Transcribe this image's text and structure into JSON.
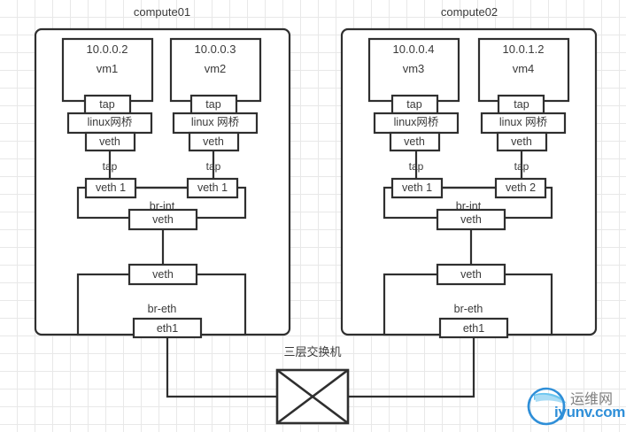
{
  "diagram": {
    "title_left": "compute01",
    "title_right": "compute02",
    "switch_label": "三层交换机",
    "colors": {
      "stroke": "#2f2f2f",
      "grid": "#e8e8e8",
      "text": "#3a3a3a",
      "background": "#ffffff",
      "watermark_blue": "#2f8fd8",
      "watermark_gray": "#7d7d7d"
    },
    "hosts": [
      {
        "name": "compute01",
        "vms": [
          {
            "ip": "10.0.0.2",
            "name": "vm1",
            "tap": "tap",
            "bridge": "linux网桥",
            "veth": "veth",
            "tap2": "tap",
            "port": "veth 1"
          },
          {
            "ip": "10.0.0.3",
            "name": "vm2",
            "tap": "tap",
            "bridge": "linux 网桥",
            "veth": "veth",
            "tap2": "tap",
            "port": "veth 1"
          }
        ],
        "br_int": {
          "label": "br-int",
          "down_veth": "veth"
        },
        "br_eth": {
          "label": "br-eth",
          "up_veth": "veth",
          "nic": "eth1"
        }
      },
      {
        "name": "compute02",
        "vms": [
          {
            "ip": "10.0.0.4",
            "name": "vm3",
            "tap": "tap",
            "bridge": "linux网桥",
            "veth": "veth",
            "tap2": "tap",
            "port": "veth 1"
          },
          {
            "ip": "10.0.1.2",
            "name": "vm4",
            "tap": "tap",
            "bridge": "linux 网桥",
            "veth": "veth",
            "tap2": "tap",
            "port": "veth 2"
          }
        ],
        "br_int": {
          "label": "br-int",
          "down_veth": "veth"
        },
        "br_eth": {
          "label": "br-eth",
          "up_veth": "veth",
          "nic": "eth1"
        }
      }
    ],
    "switch": {
      "label": "三层交换机",
      "shape": "crossed-box-icon"
    },
    "watermark": {
      "cn": "运维网",
      "en": "iyunv.com",
      "logo": "swirl-circle-logo-icon"
    }
  }
}
